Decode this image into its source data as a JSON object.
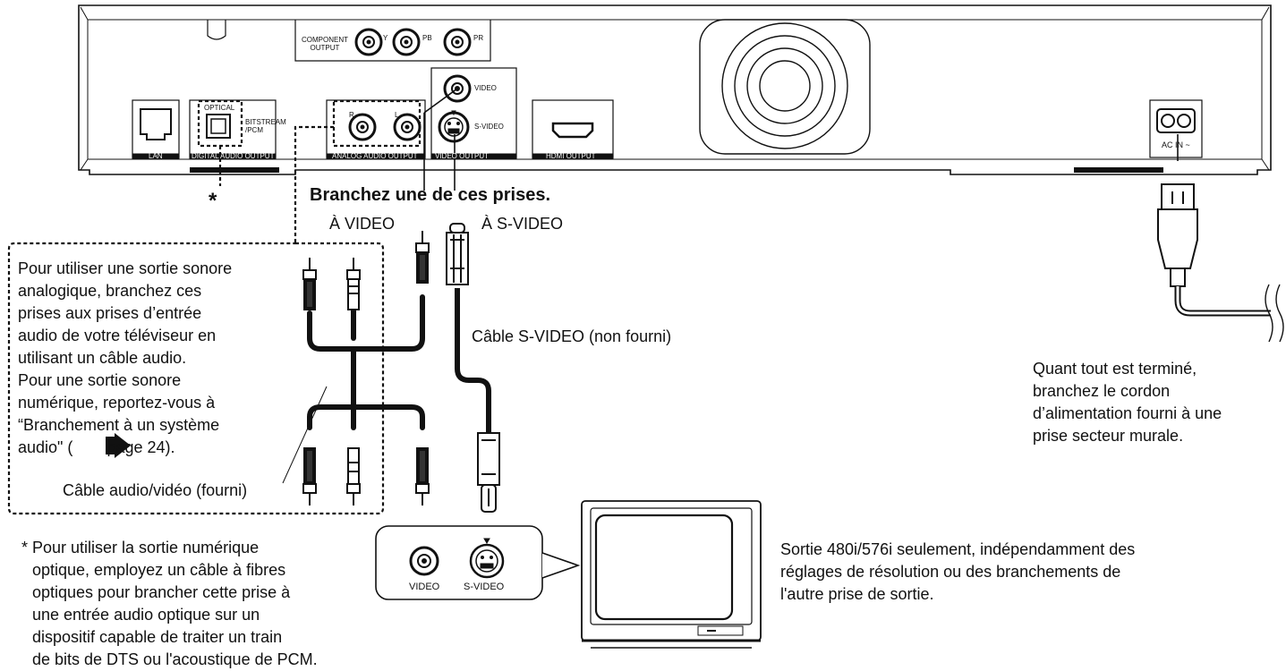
{
  "panel": {
    "component_output_label": [
      "COMPONENT",
      "OUTPUT"
    ],
    "component_y": "Y",
    "component_pb": "PB",
    "component_pr": "PR",
    "video_jack": "VIDEO",
    "svideo_jack": "S-VIDEO",
    "video_output_group": "VIDEO OUTPUT",
    "optical_label": "OPTICAL",
    "bitstream_label": [
      "BITSTREAM",
      "/PCM"
    ],
    "digital_audio_output": "DIGITAL AUDIO OUTPUT",
    "lan_label": "LAN",
    "analog_r": "R",
    "analog_l": "L",
    "analog_audio_output": "ANALOG AUDIO OUTPUT",
    "hdmi_output": "HDMI OUTPUT",
    "ac_in": "AC IN ~"
  },
  "callouts": {
    "connect_one": "Branchez une de ces prises.",
    "to_video": "À VIDEO",
    "to_svideo": "À S-VIDEO",
    "asterisk": "*",
    "svideo_cable": "Câble S-VIDEO (non fourni)",
    "av_cable": "Câble audio/vidéo (fourni)",
    "analog_note": [
      "Pour utiliser une sortie sonore",
      "analogique, branchez ces",
      "prises aux prises d’entrée",
      "audio de votre téléviseur en",
      "utilisant un câble audio.",
      "Pour une sortie sonore",
      "numérique, reportez-vous à",
      "“Branchement à un système",
      "audio\" (",
      "page 24)."
    ],
    "power_note": [
      "Quant tout est terminé,",
      "branchez le cordon",
      "d’alimentation fourni à une",
      "prise secteur murale."
    ],
    "optical_note": [
      "* Pour utiliser la sortie numérique",
      "optique, employez un câble à fibres",
      "optiques pour brancher cette prise à",
      "une entrée audio optique sur un",
      "dispositif capable de traiter un train",
      "de bits de DTS ou l'acoustique de PCM."
    ],
    "tv_note": [
      "Sortie 480i/576i seulement, indépendamment des",
      "réglages de résolution ou des branchements de",
      "l'autre prise de sortie."
    ]
  },
  "tv_panel": {
    "video": "VIDEO",
    "svideo": "S-VIDEO"
  }
}
